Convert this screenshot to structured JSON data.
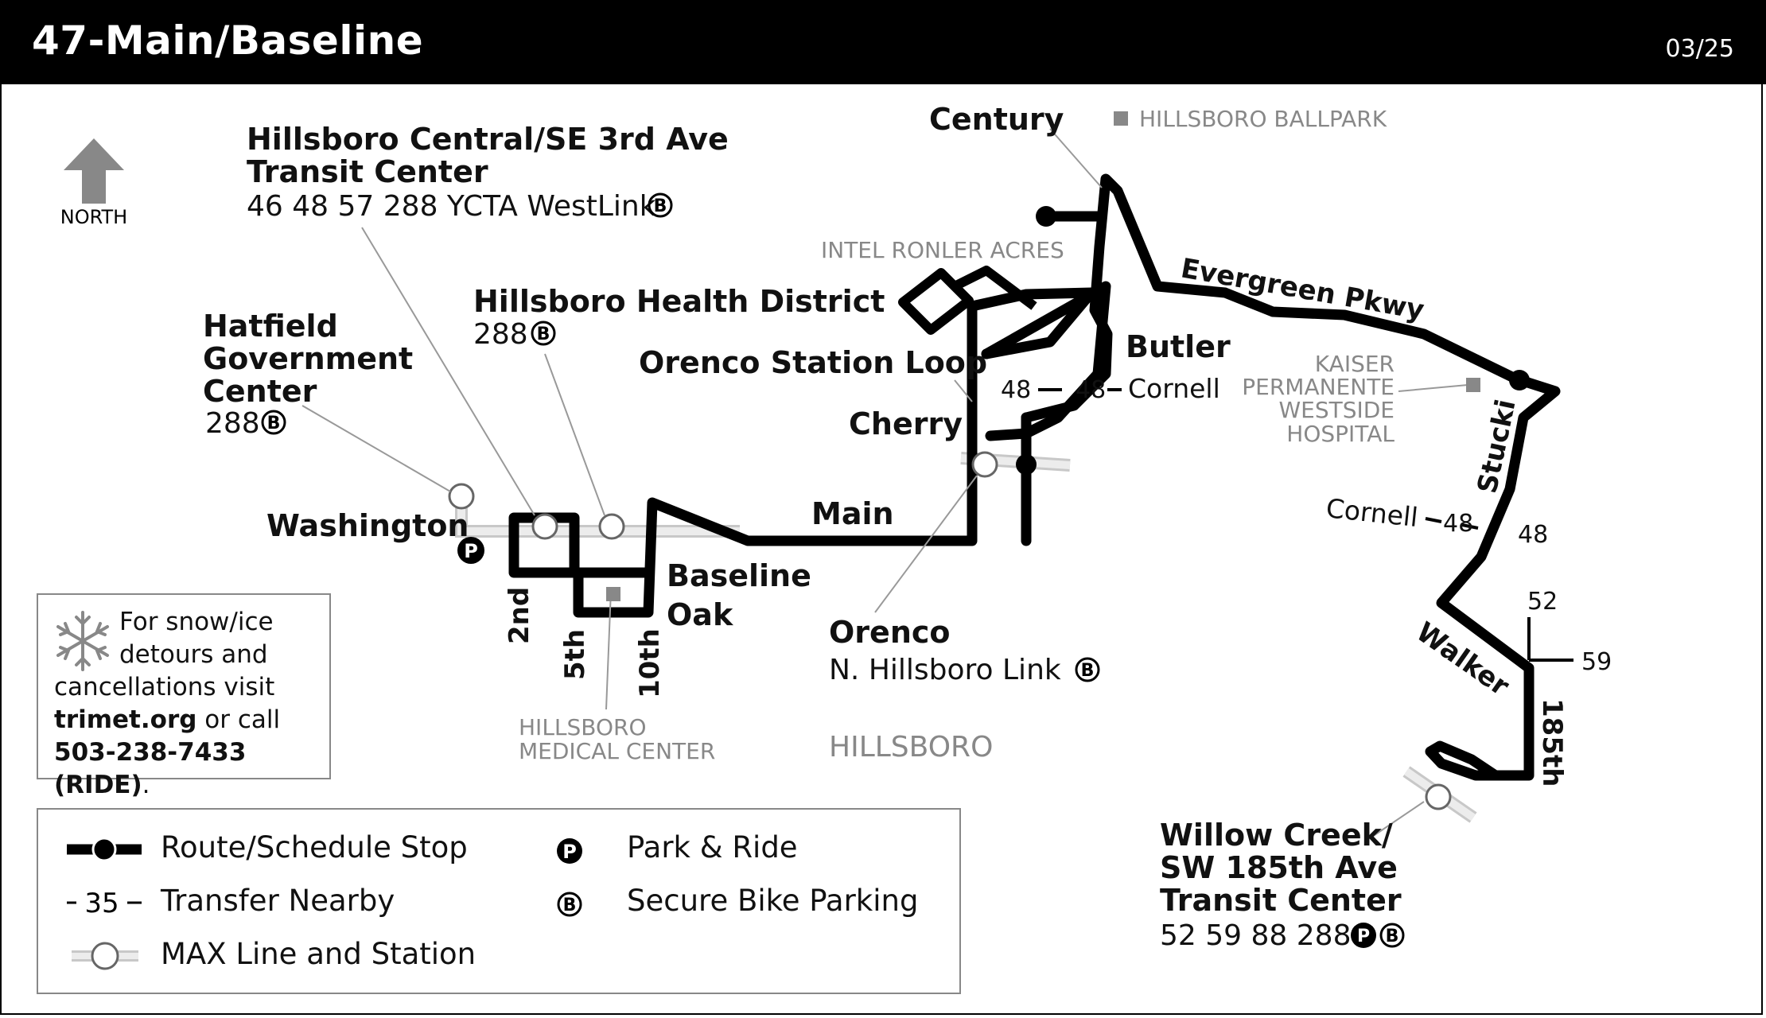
{
  "header": {
    "title": "47-Main/Baseline",
    "date": "03/25"
  },
  "north": "NORTH",
  "stops": {
    "century": "Century",
    "hillsboro_central_1": "Hillsboro Central/SE 3rd Ave",
    "hillsboro_central_2": "Transit Center",
    "hillsboro_central_routes": "46 48 57 288 YCTA WestLink",
    "health_district": "Hillsboro Health District",
    "health_district_routes": "288",
    "hatfield_1": "Hatfield",
    "hatfield_2": "Government",
    "hatfield_3": "Center",
    "hatfield_routes": "288",
    "orenco_loop": "Orenco Station Loop",
    "cherry": "Cherry",
    "washington": "Washington",
    "baseline": "Baseline",
    "oak": "Oak",
    "main": "Main",
    "orenco": "Orenco",
    "orenco_routes": "N. Hillsboro Link",
    "butler": "Butler",
    "willow_1": "Willow Creek/",
    "willow_2": "SW 185th Ave",
    "willow_3": "Transit Center",
    "willow_routes": "52 59 88 288"
  },
  "streets": {
    "evergreen": "Evergreen Pkwy",
    "stucki": "Stucki",
    "walker": "Walker",
    "s185th": "185th",
    "second": "2nd",
    "fifth": "5th",
    "tenth": "10th",
    "cornell_top": "Cornell",
    "cornell_right": "Cornell"
  },
  "transfers": {
    "t48_a": "48",
    "t48_b": "48",
    "t48_c": "48",
    "t48_d": "48",
    "t52": "52",
    "t59": "59"
  },
  "landmarks": {
    "ballpark": "HILLSBORO BALLPARK",
    "intel": "INTEL RONLER ACRES",
    "kaiser_1": "KAISER",
    "kaiser_2": "PERMANENTE",
    "kaiser_3": "WESTSIDE",
    "kaiser_4": "HOSPITAL",
    "medical_1": "HILLSBORO",
    "medical_2": "MEDICAL CENTER",
    "city": "HILLSBORO"
  },
  "snow_notice": {
    "line1": "For snow/ice",
    "line2": "detours and",
    "line3": "cancellations visit",
    "link": "trimet.org",
    "line4_rest": " or call",
    "phone": "503-238-7433 (RIDE)",
    "period": "."
  },
  "legend": {
    "route_stop": "Route/Schedule Stop",
    "transfer_sample": "35",
    "transfer": "Transfer Nearby",
    "max": "MAX Line and Station",
    "park_ride": "Park & Ride",
    "bike": "Secure Bike Parking"
  },
  "icons": {
    "park": "P",
    "bike": "B"
  }
}
